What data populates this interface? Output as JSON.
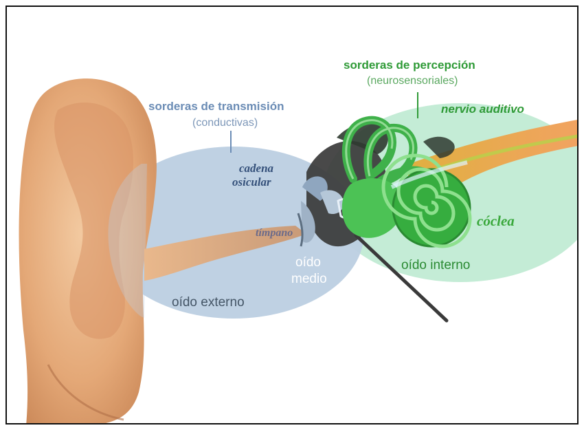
{
  "colors": {
    "transmission": "#6b8cb5",
    "perception": "#2e9a36",
    "cochlea_label": "#3aa83c",
    "ossicle_label": "#34507a",
    "region_dark": "#445566",
    "outer_zone": "#bccfe2",
    "inner_zone": "#c4ecd6"
  },
  "labels": {
    "transmission_title": "sorderas de transmisión",
    "transmission_sub": "(conductivas)",
    "perception_title": "sorderas de percepción",
    "perception_sub": "(neurosensoriales)",
    "nerve": "nervio auditivo",
    "ossicles_line1": "cadena",
    "ossicles_line2": "osicular",
    "eardrum": "tímpano",
    "middle_ear_line1": "oído",
    "middle_ear_line2": "medio",
    "inner_ear": "oído interno",
    "cochlea": "cóclea",
    "outer_ear": "oído externo"
  }
}
